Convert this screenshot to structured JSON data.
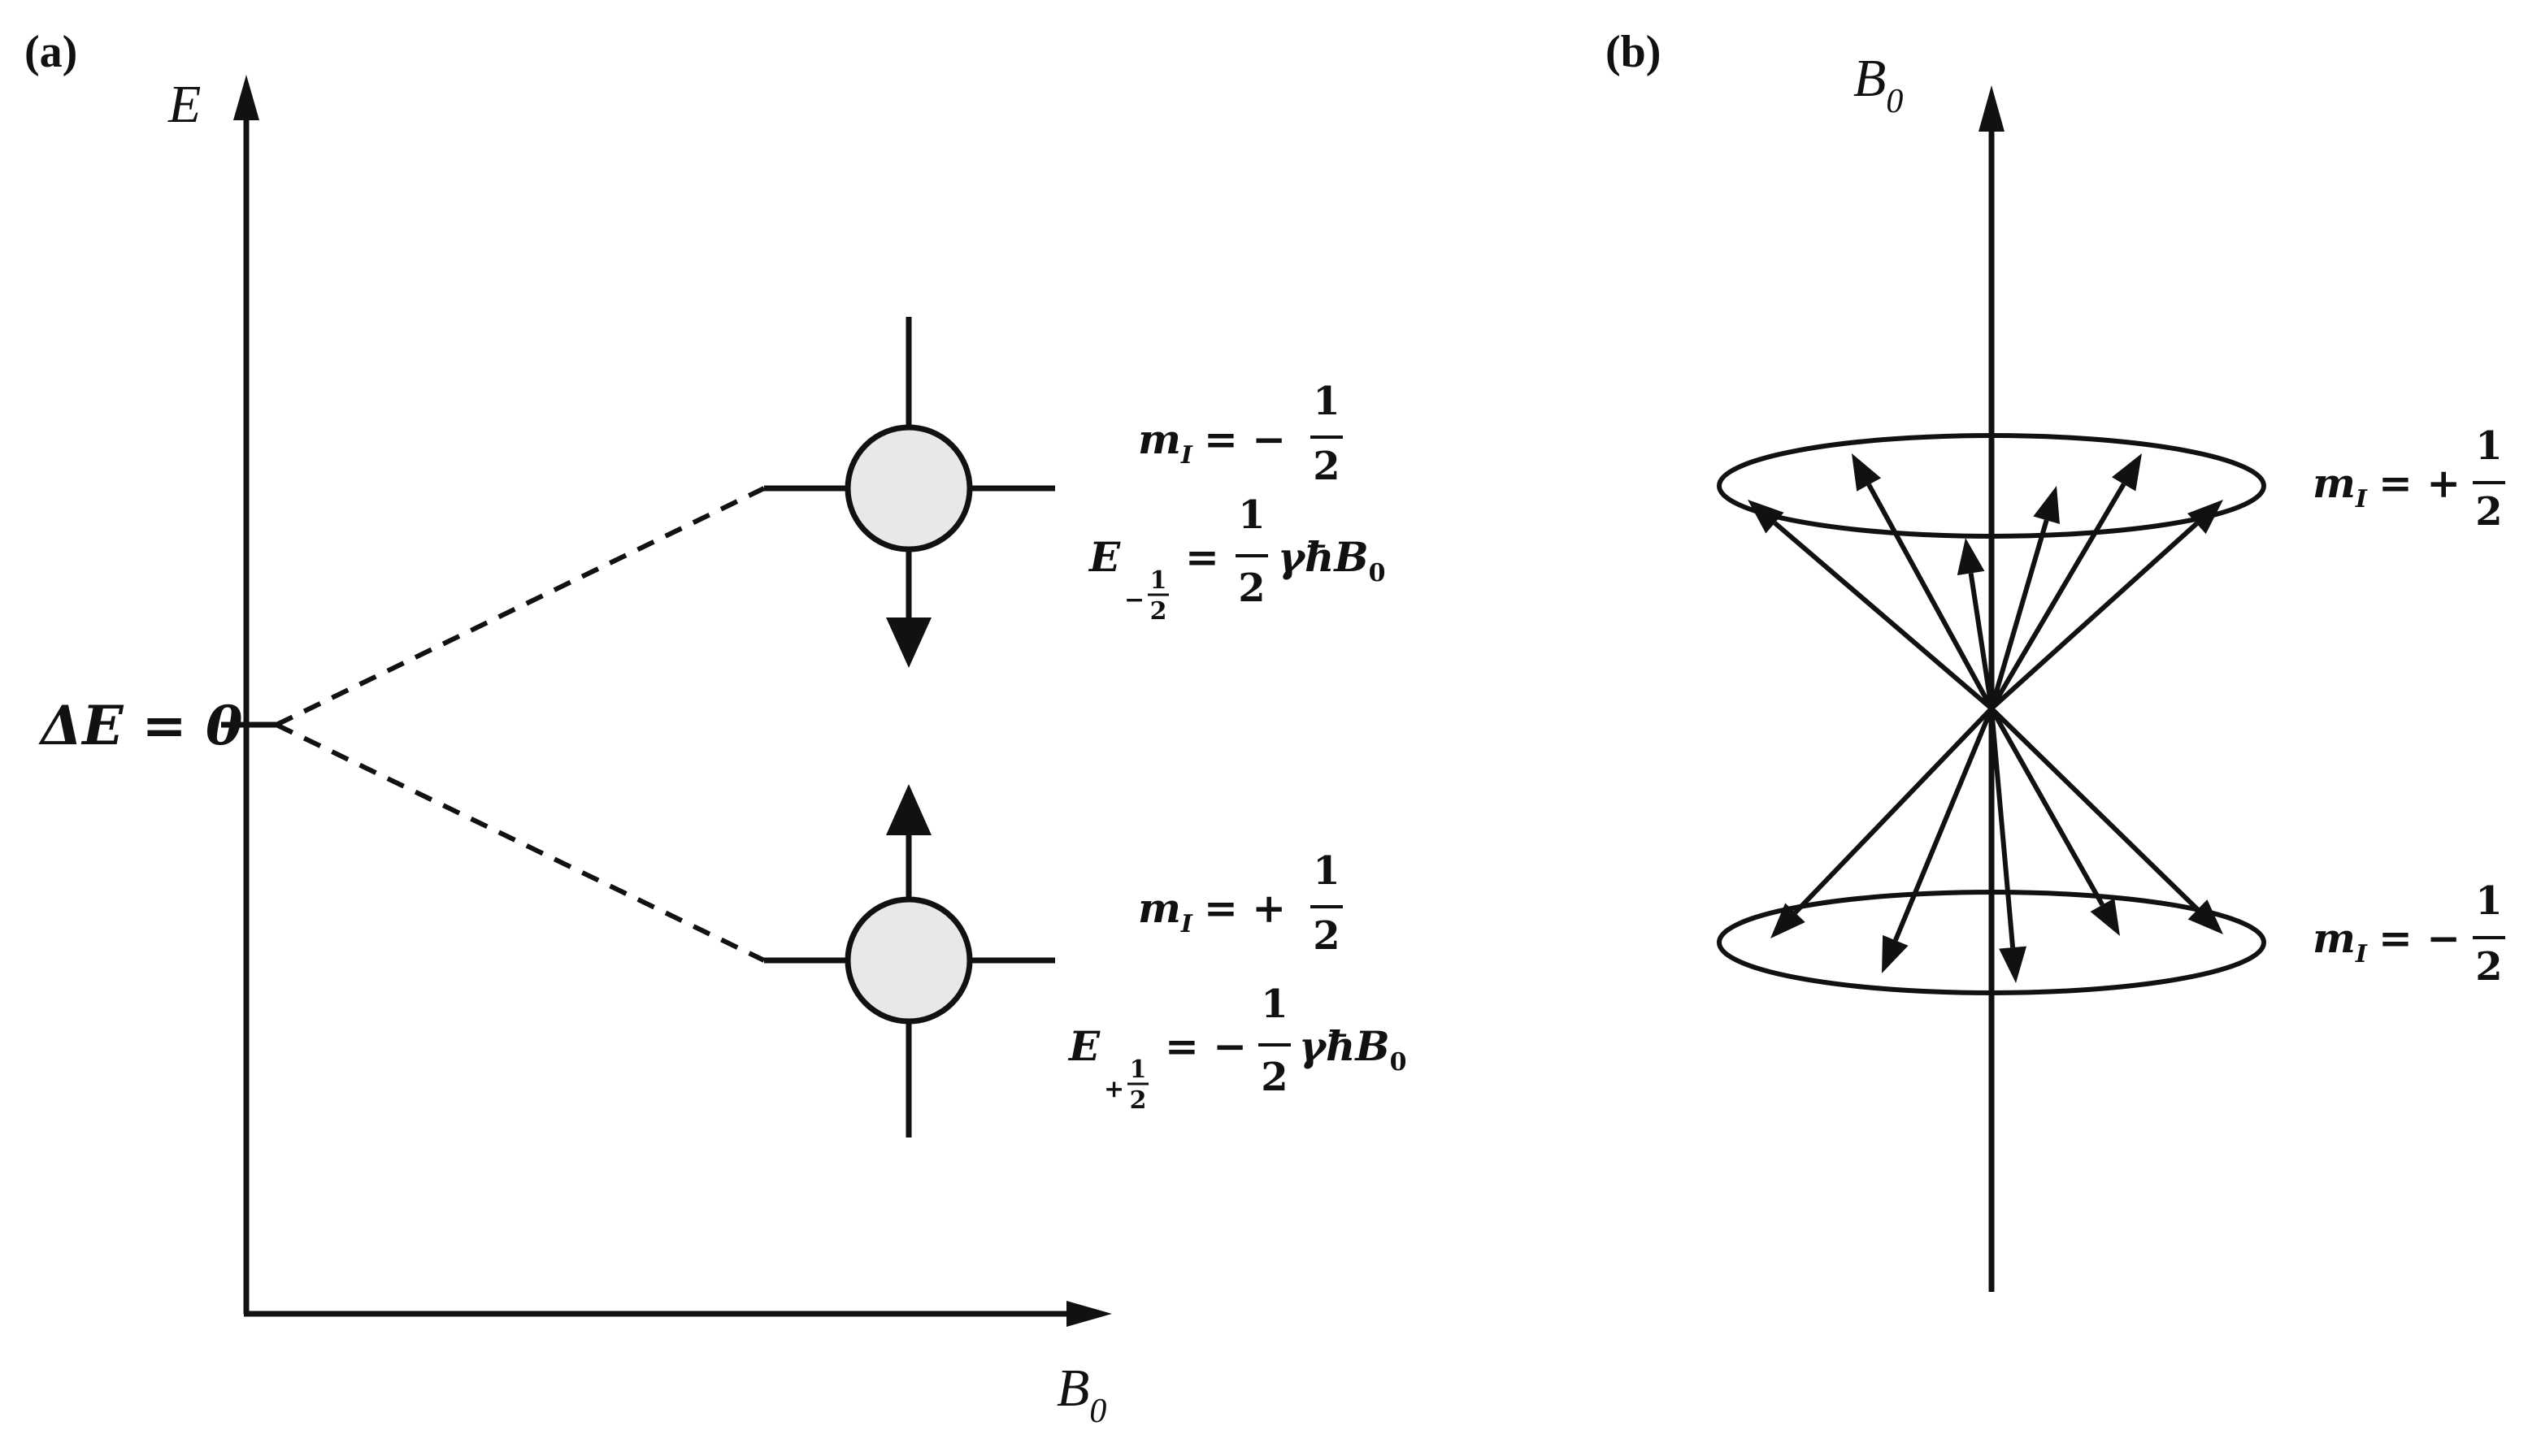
{
  "panel_a": {
    "label": "(a)",
    "y_axis_label": "E",
    "x_axis_label": "B",
    "x_axis_label_sub": "0",
    "degenerate_label": "ΔE = 0",
    "upper_state": {
      "m_label": "m",
      "m_sub": "I",
      "m_sign": "= −",
      "frac_num": "1",
      "frac_den": "2",
      "energy_lhs": "E",
      "energy_sub_sign": "−",
      "energy_sub_num": "1",
      "energy_sub_den": "2",
      "energy_eq": "=",
      "energy_frac_num": "1",
      "energy_frac_den": "2",
      "energy_rhs": "γħB",
      "energy_rhs_sub": "0"
    },
    "lower_state": {
      "m_label": "m",
      "m_sub": "I",
      "m_sign": "= +",
      "frac_num": "1",
      "frac_den": "2",
      "energy_lhs": "E",
      "energy_sub_sign": "+",
      "energy_sub_num": "1",
      "energy_sub_den": "2",
      "energy_eq": "= −",
      "energy_frac_num": "1",
      "energy_frac_den": "2",
      "energy_rhs": "γħB",
      "energy_rhs_sub": "0"
    }
  },
  "panel_b": {
    "label": "(b)",
    "axis_label": "B",
    "axis_label_sub": "0",
    "upper_cone": {
      "m_label": "m",
      "m_sub": "I",
      "m_sign": "= +",
      "frac_num": "1",
      "frac_den": "2"
    },
    "lower_cone": {
      "m_label": "m",
      "m_sub": "I",
      "m_sign": "= −",
      "frac_num": "1",
      "frac_den": "2"
    }
  },
  "colors": {
    "line": "#111111",
    "circle_fill": "#e8e8e8"
  }
}
